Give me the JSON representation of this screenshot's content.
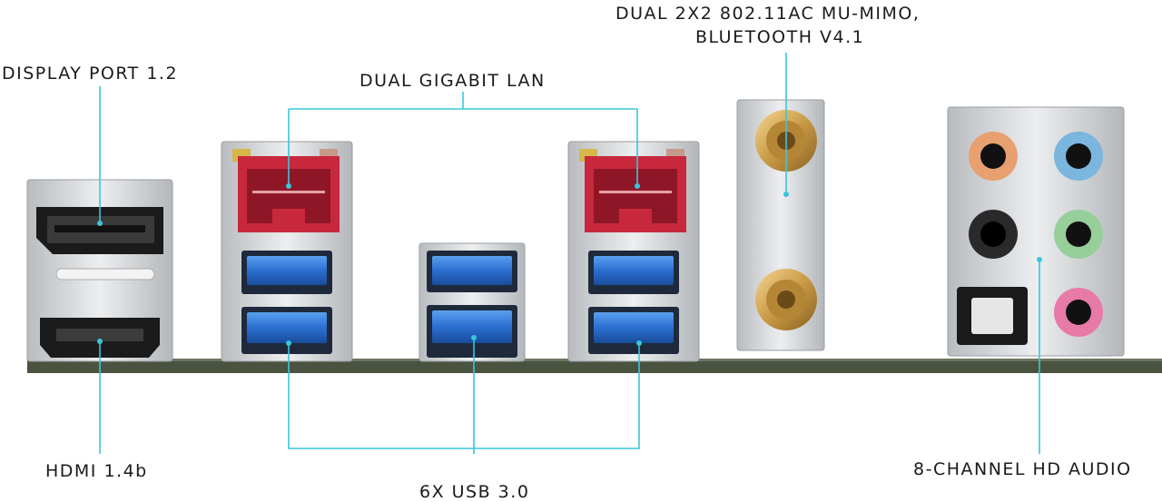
{
  "labels": {
    "display_port": "DISPLAY PORT 1.2",
    "hdmi": "HDMI 1.4b",
    "dual_lan": "DUAL GIGABIT LAN",
    "usb": "6X USB 3.0",
    "wifi_line1": "DUAL 2X2 802.11AC MU-MIMO,",
    "wifi_line2": "BLUETOOTH V4.1",
    "audio": "8-CHANNEL HD AUDIO"
  },
  "colors": {
    "callout": "#39c6dc",
    "usb_blue": "#2a6fd0",
    "lan_red": "#c8283c",
    "metal": "#d4d6d8",
    "pcb": "#4a5340",
    "gold": "#c99a45"
  },
  "audio_jacks": [
    "orange",
    "blue",
    "black",
    "green",
    "optical",
    "pink"
  ]
}
